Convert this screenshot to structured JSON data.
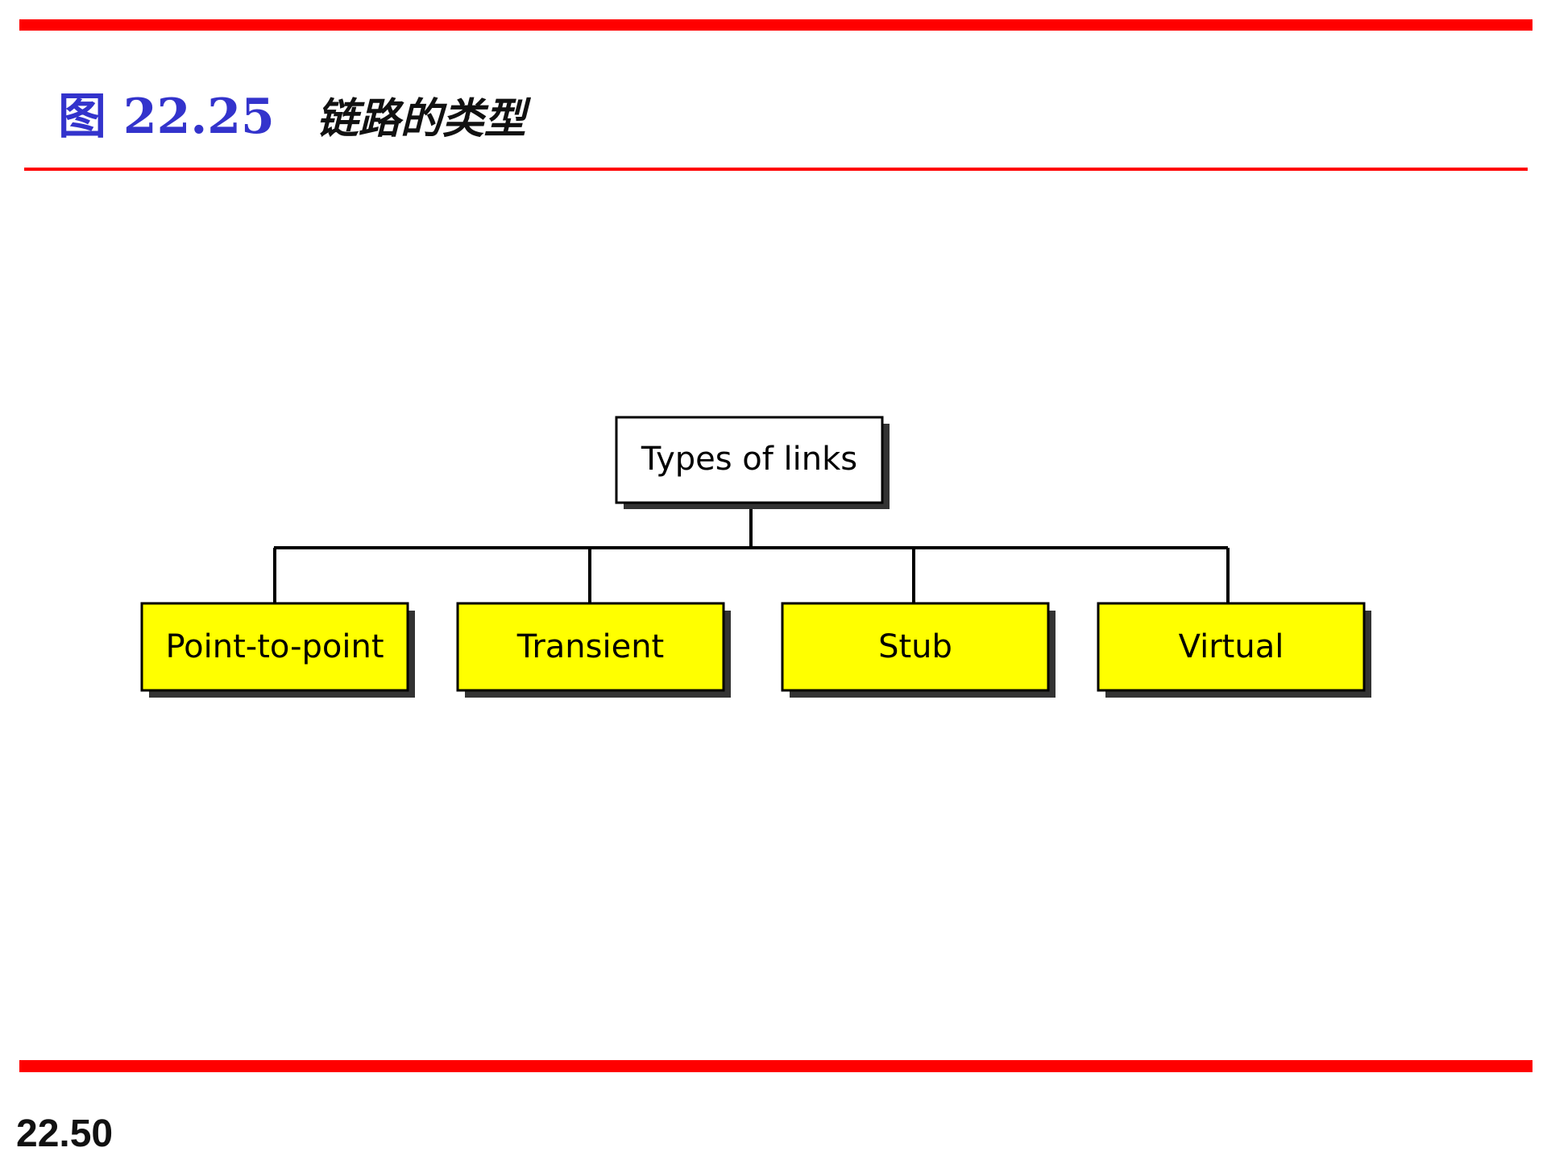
{
  "header": {
    "figure_label": "图 22.25",
    "caption": "链路的类型"
  },
  "diagram": {
    "root": {
      "label": "Types of links",
      "fill": "#ffffff"
    },
    "children": [
      {
        "label": "Point-to-point",
        "fill": "#ffff00"
      },
      {
        "label": "Transient",
        "fill": "#ffff00"
      },
      {
        "label": "Stub",
        "fill": "#ffff00"
      },
      {
        "label": "Virtual",
        "fill": "#ffff00"
      }
    ]
  },
  "footer": {
    "page_number": "22.50"
  },
  "colors": {
    "accent_rule": "#ff0000",
    "figure_label": "#3333cc",
    "child_fill": "#ffff00"
  }
}
